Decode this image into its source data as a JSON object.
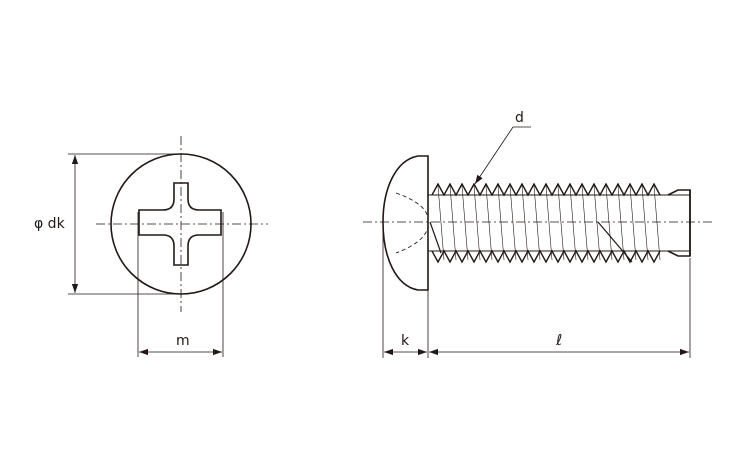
{
  "labels": {
    "head_diameter": "φ dk",
    "recess_width": "m",
    "head_height": "k",
    "length": "ℓ",
    "thread_diameter": "d"
  },
  "colors": {
    "line": "#231815",
    "background": "#ffffff"
  }
}
